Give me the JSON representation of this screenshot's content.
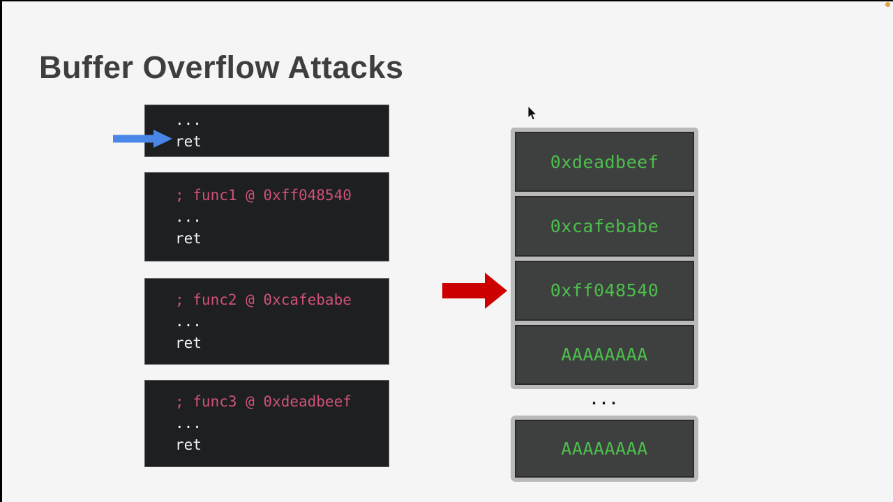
{
  "title": "Buffer Overflow Attacks",
  "code_blocks": [
    {
      "lines": [
        "...",
        "ret"
      ]
    },
    {
      "comment": "; func1 @ 0xff048540",
      "lines": [
        "...",
        "ret"
      ]
    },
    {
      "comment": "; func2 @ 0xcafebabe",
      "lines": [
        "...",
        "ret"
      ]
    },
    {
      "comment": "; func3 @ 0xdeadbeef",
      "lines": [
        "...",
        "ret"
      ]
    }
  ],
  "stack": {
    "cells": [
      "0xdeadbeef",
      "0xcafebabe",
      "0xff048540",
      "AAAAAAAA"
    ],
    "ellipsis": "...",
    "bottom_cell": "AAAAAAAA"
  },
  "colors": {
    "background": "#f5f5f6",
    "title_text": "#3e3e3e",
    "code_block_bg": "#1d1f21",
    "code_text": "#f5f5f5",
    "comment_pink": "#d15179",
    "stack_green": "#4cbe4c",
    "stack_cell_bg": "#3e4040",
    "stack_frame_silver": "#b9b9b9",
    "blue_arrow": "#4a86e8",
    "red_arrow": "#cc0000",
    "record_dot_orange": "#e2a23f"
  }
}
